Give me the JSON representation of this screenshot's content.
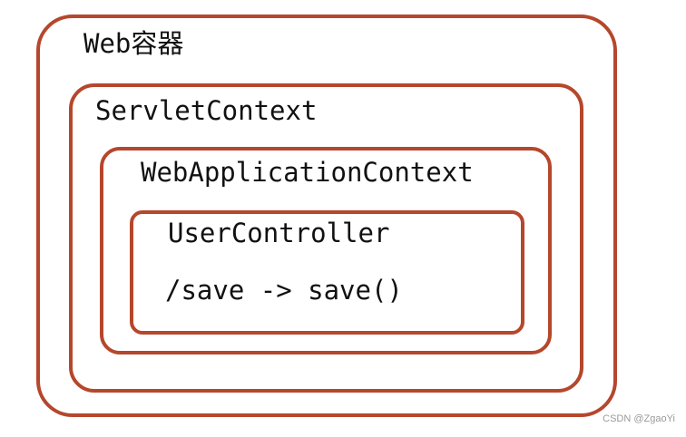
{
  "diagram": {
    "outer_label": "Web容器",
    "servlet_label": "ServletContext",
    "webapp_label": "WebApplicationContext",
    "controller_label": "UserController",
    "mapping_label": "/save -> save()"
  },
  "watermark": "CSDN @ZgaoYi",
  "colors": {
    "border": "#b5472c",
    "text": "#111111"
  }
}
